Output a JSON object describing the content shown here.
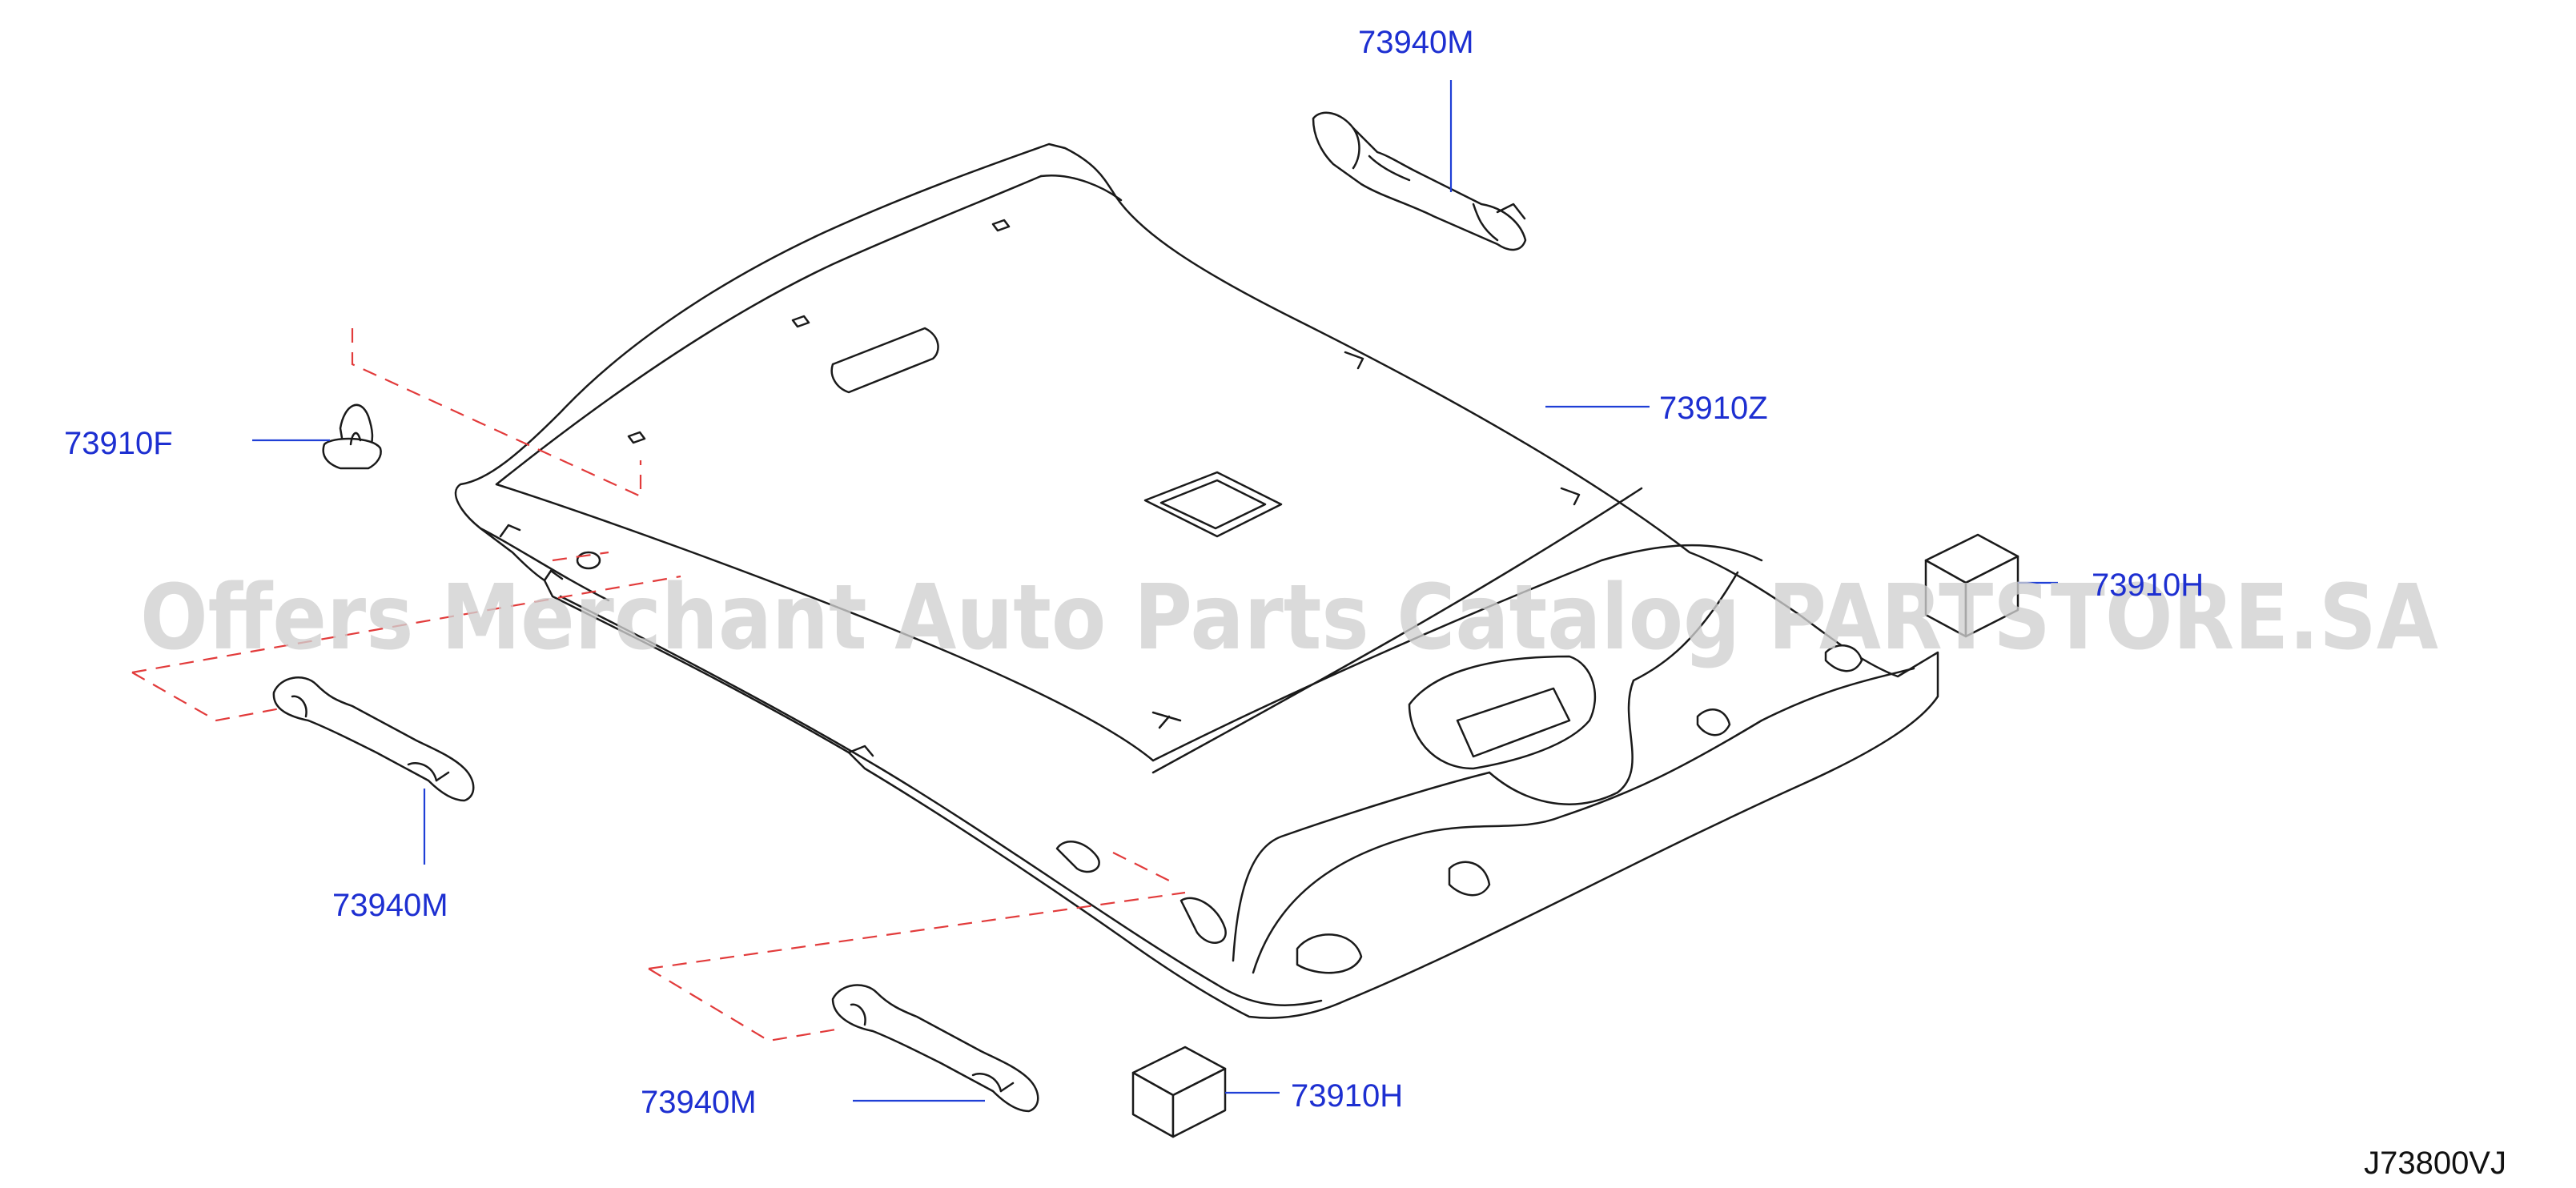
{
  "watermark": "Offers Merchant Auto Parts Catalog PARTSTORE.SA",
  "diagram_code": "J73800VJ",
  "callouts": {
    "assist_grip_top": "73940M",
    "headlining": "73910Z",
    "clip": "73910F",
    "spacer_right": "73910H",
    "assist_grip_left": "73940M",
    "assist_grip_bottom": "73940M",
    "spacer_bottom": "73910H"
  },
  "colors": {
    "callout_text": "#1d2fd1",
    "leader_line": "#1f3fd6",
    "dashed_guide": "#e23b3b",
    "part_outline": "#1a1a1a",
    "watermark": "#cfcfcf"
  }
}
